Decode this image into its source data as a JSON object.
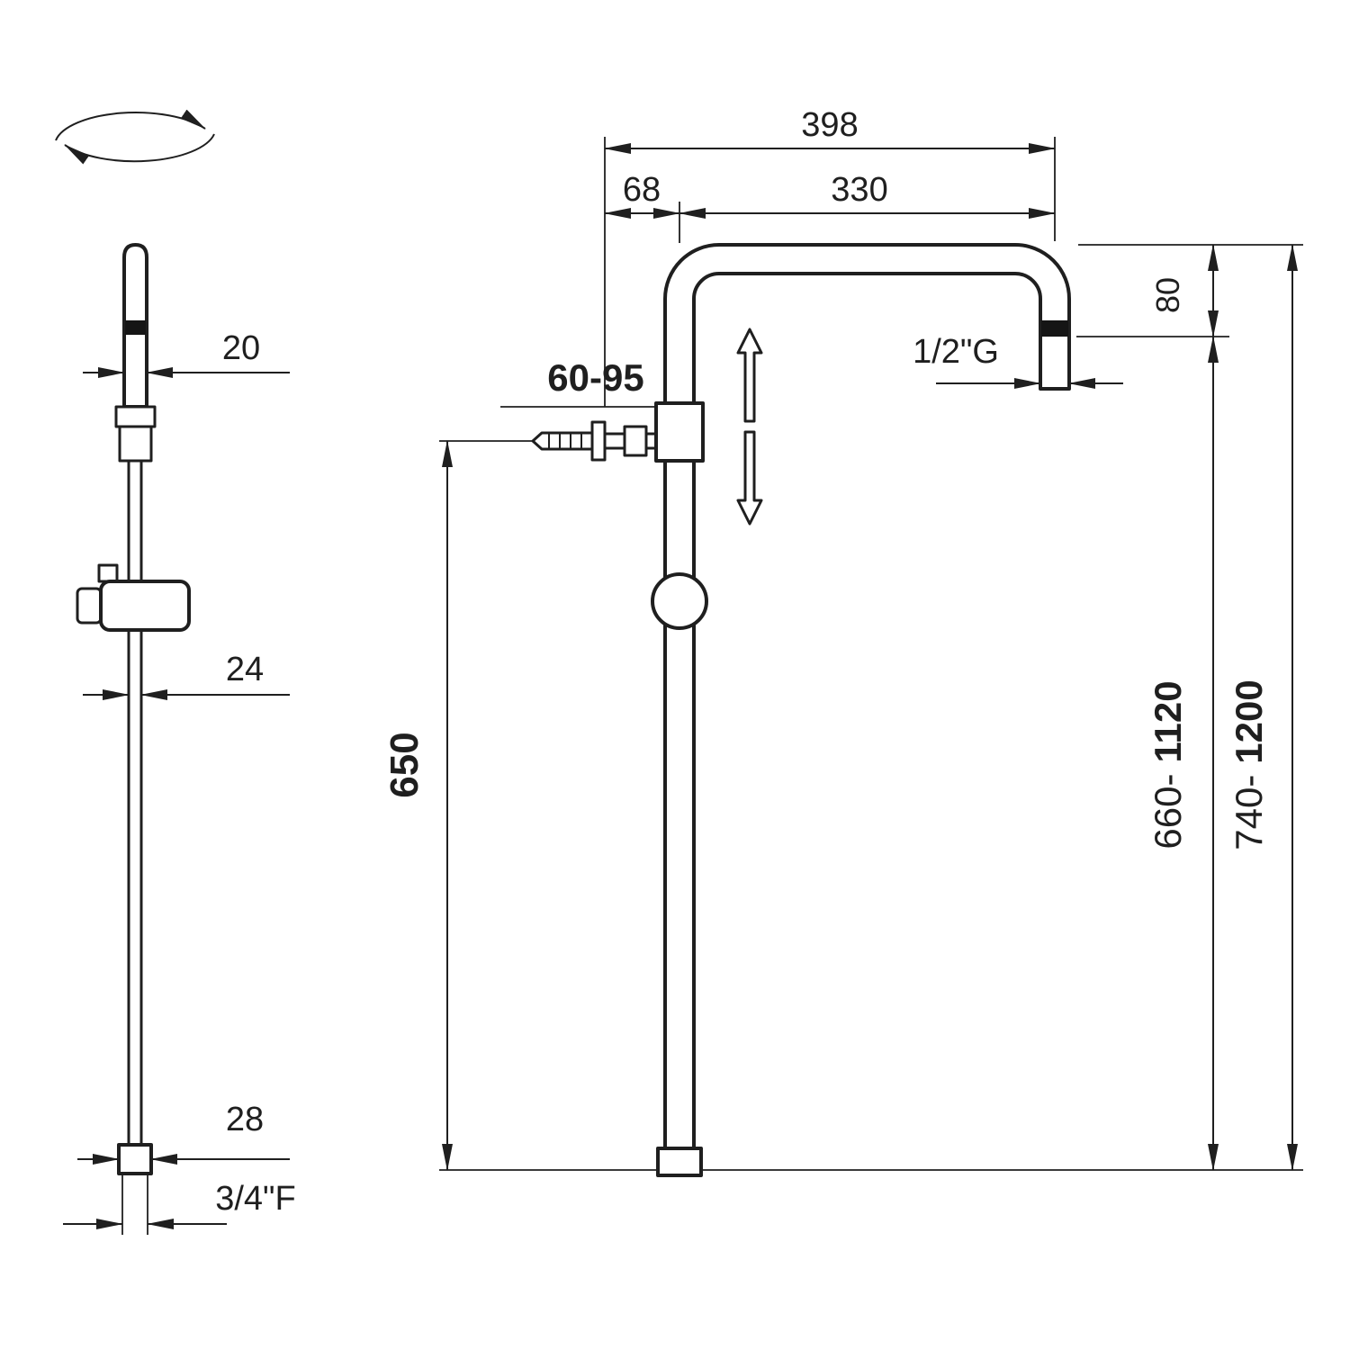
{
  "drawing": {
    "colors": {
      "line": "#1f1f1f",
      "band": "#151515",
      "background": "#ffffff"
    }
  },
  "labels": {
    "top_width": "398",
    "arm_offset": "68",
    "arm_length": "330",
    "head_thread": "1/2\"G",
    "head_drop": "80",
    "slide_rail_top_diameter": "20",
    "slide_rail_diameter": "24",
    "base_diameter": "28",
    "base_thread": "3/4\"F",
    "inlet_adjust_range": "60-95",
    "rail_length": "650",
    "column_min": "660-",
    "column_max": "1120",
    "overall_min": "740-",
    "overall_max": "1200"
  }
}
